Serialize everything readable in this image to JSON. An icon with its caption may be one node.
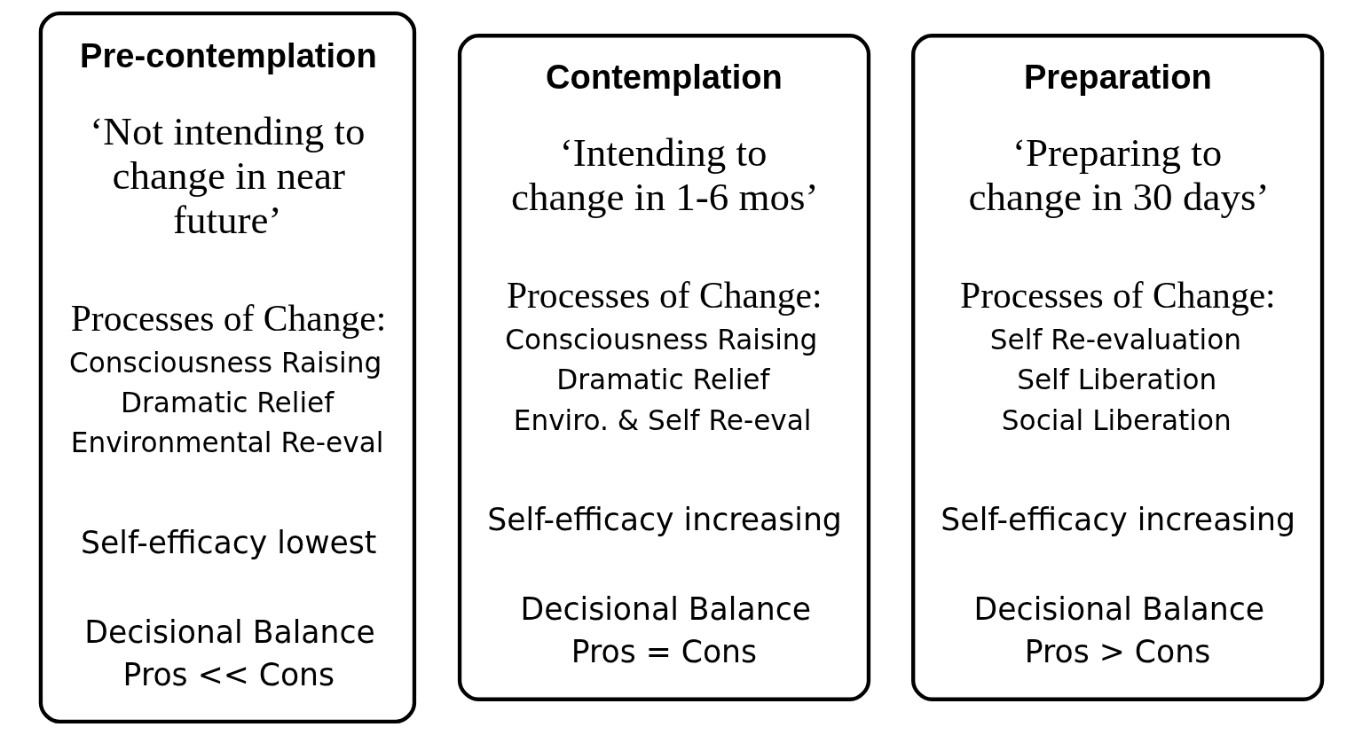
{
  "diagram": {
    "nodes": [
      {
        "text": [
          "Pre-contemplation",
          "‘Not intending to change in near future’",
          "Processes of Change:",
          "Consciousness Raising",
          "Dramatic Relief",
          "Environmental Re-eval",
          "Self-efficacy lowest",
          "Decisional Balance",
          "Pros << Cons"
        ]
      },
      {
        "text": [
          "Contemplation",
          "‘Intending to change in 1-6 mos’",
          "Processes of Change:",
          "Consciousness Raising",
          "Dramatic Relief",
          "Enviro. & Self Re-eval",
          "Self-efficacy increasing",
          "Decisional Balance",
          "Pros = Cons"
        ]
      },
      {
        "text": [
          "Preparation",
          "‘Preparing to change in 30 days’",
          "Processes of Change:",
          "Self Re-evaluation",
          "Self Liberation",
          "Social Liberation",
          "Self-efficacy increasing",
          "Decisional Balance",
          "Pros > Cons"
        ]
      }
    ],
    "edges": []
  }
}
